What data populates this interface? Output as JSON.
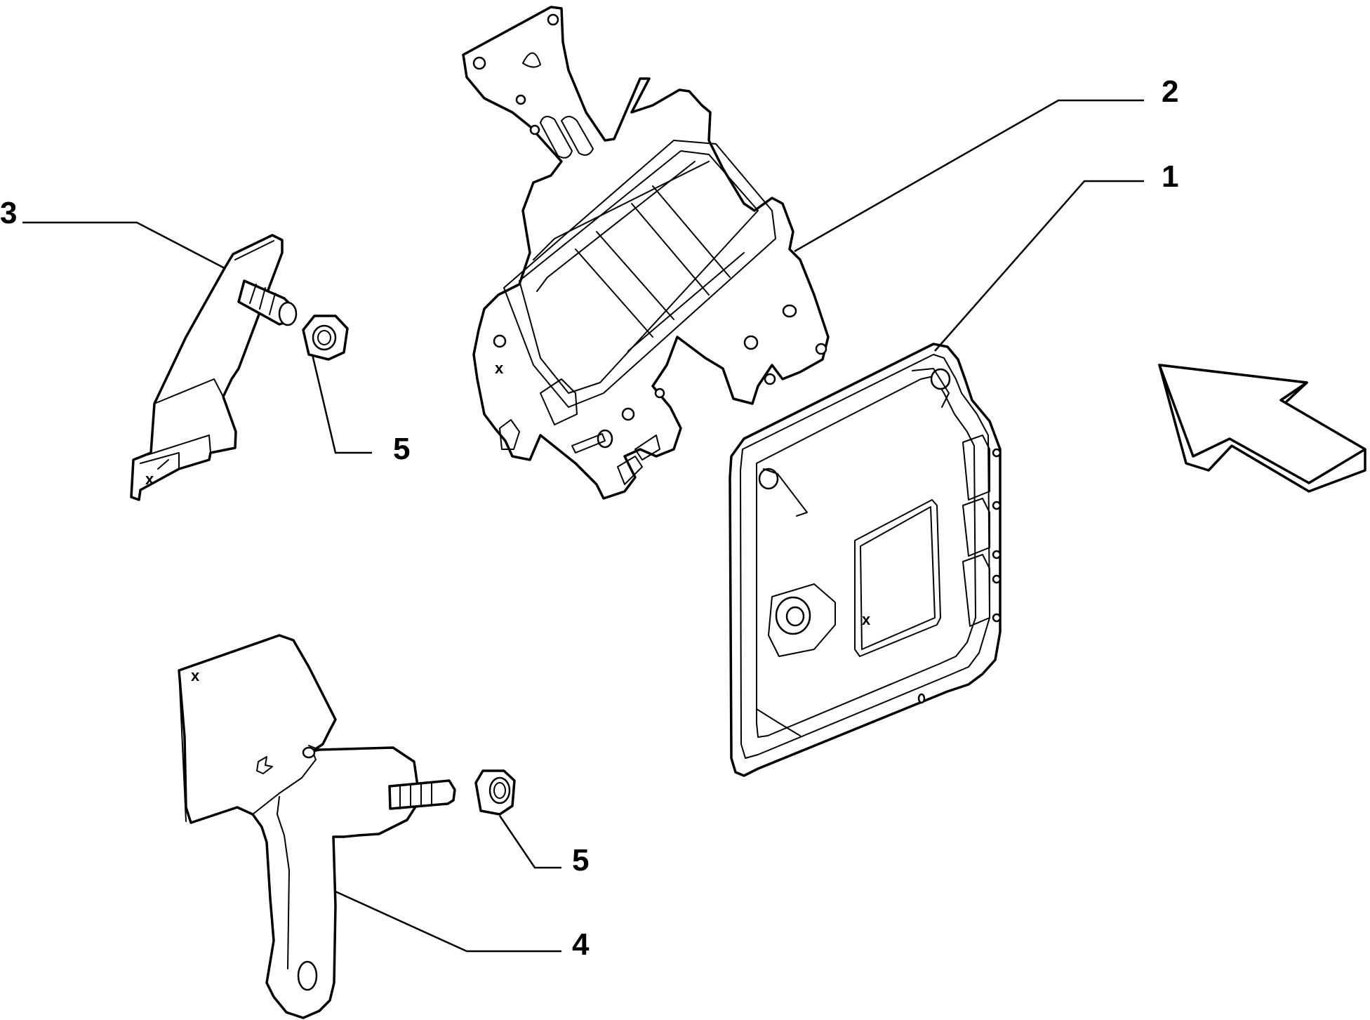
{
  "callouts": [
    {
      "id": "1",
      "label": "1"
    },
    {
      "id": "2",
      "label": "2"
    },
    {
      "id": "3",
      "label": "3"
    },
    {
      "id": "4",
      "label": "4"
    },
    {
      "id": "5a",
      "label": "5"
    },
    {
      "id": "5b",
      "label": "5"
    }
  ],
  "marks": {
    "bracket_3": "x",
    "bracket_2": "x",
    "ecu_1": "x",
    "bracket_4": "x"
  },
  "colors": {
    "line": "#000000",
    "background": "#ffffff"
  }
}
